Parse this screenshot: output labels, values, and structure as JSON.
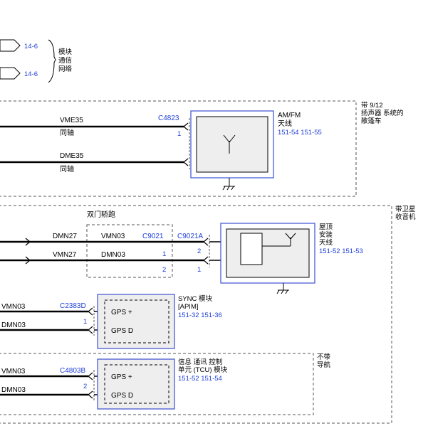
{
  "colors": {
    "wire": "#000000",
    "connector": "#1f3fd6",
    "module_fill": "#eeeeee",
    "dashed": "#555555",
    "module_border": "#3b4fd0"
  },
  "network": {
    "ref1": "14-6",
    "ref2": "14-6",
    "label_lines": [
      "模块",
      "通信",
      "网络"
    ]
  },
  "section1": {
    "note_lines": [
      "带 9/12",
      "扬声器 系统的",
      "敞篷车"
    ],
    "wire1": {
      "name": "VME35",
      "type": "同轴"
    },
    "wire2": {
      "name": "DME35",
      "type": "同轴"
    },
    "connector": "C4823",
    "pin": "1",
    "module": {
      "title": "AM/FM",
      "subtitle": "天线",
      "refs": "151-54  151-55"
    }
  },
  "section2": {
    "note_lines": [
      "带卫星",
      "收音机"
    ],
    "coupe_label": "双门轿跑",
    "wire1": {
      "outer": "DMN27",
      "inner": "VMN03"
    },
    "wire2": {
      "outer": "VMN27",
      "inner": "DMN03"
    },
    "inline_connector": "C9021",
    "inline_pins": [
      "1",
      "2"
    ],
    "module_connector": "C9021A",
    "module_pins": [
      "2",
      "1"
    ],
    "module": {
      "lines": [
        "屋顶",
        "安装",
        "天线"
      ],
      "refs": "151-52  151-53"
    }
  },
  "sync": {
    "wire1": "VMN03",
    "wire2": "DMN03",
    "connector": "C2383D",
    "pin": "1",
    "pins": [
      "GPS +",
      "GPS D"
    ],
    "module": {
      "lines": [
        "SYNC 模块",
        "[APIM]"
      ],
      "refs": "151-32  151-36"
    }
  },
  "tcu": {
    "note_lines": [
      "不带",
      "导航"
    ],
    "wire1": "VMN03",
    "wire2": "DMN03",
    "connector": "C4803B",
    "pin": "2",
    "pins": [
      "GPS +",
      "GPS D"
    ],
    "module": {
      "lines": [
        "信息 通讯 控制",
        "单元 (TCU) 模块"
      ],
      "refs": "151-52  151-54"
    }
  }
}
